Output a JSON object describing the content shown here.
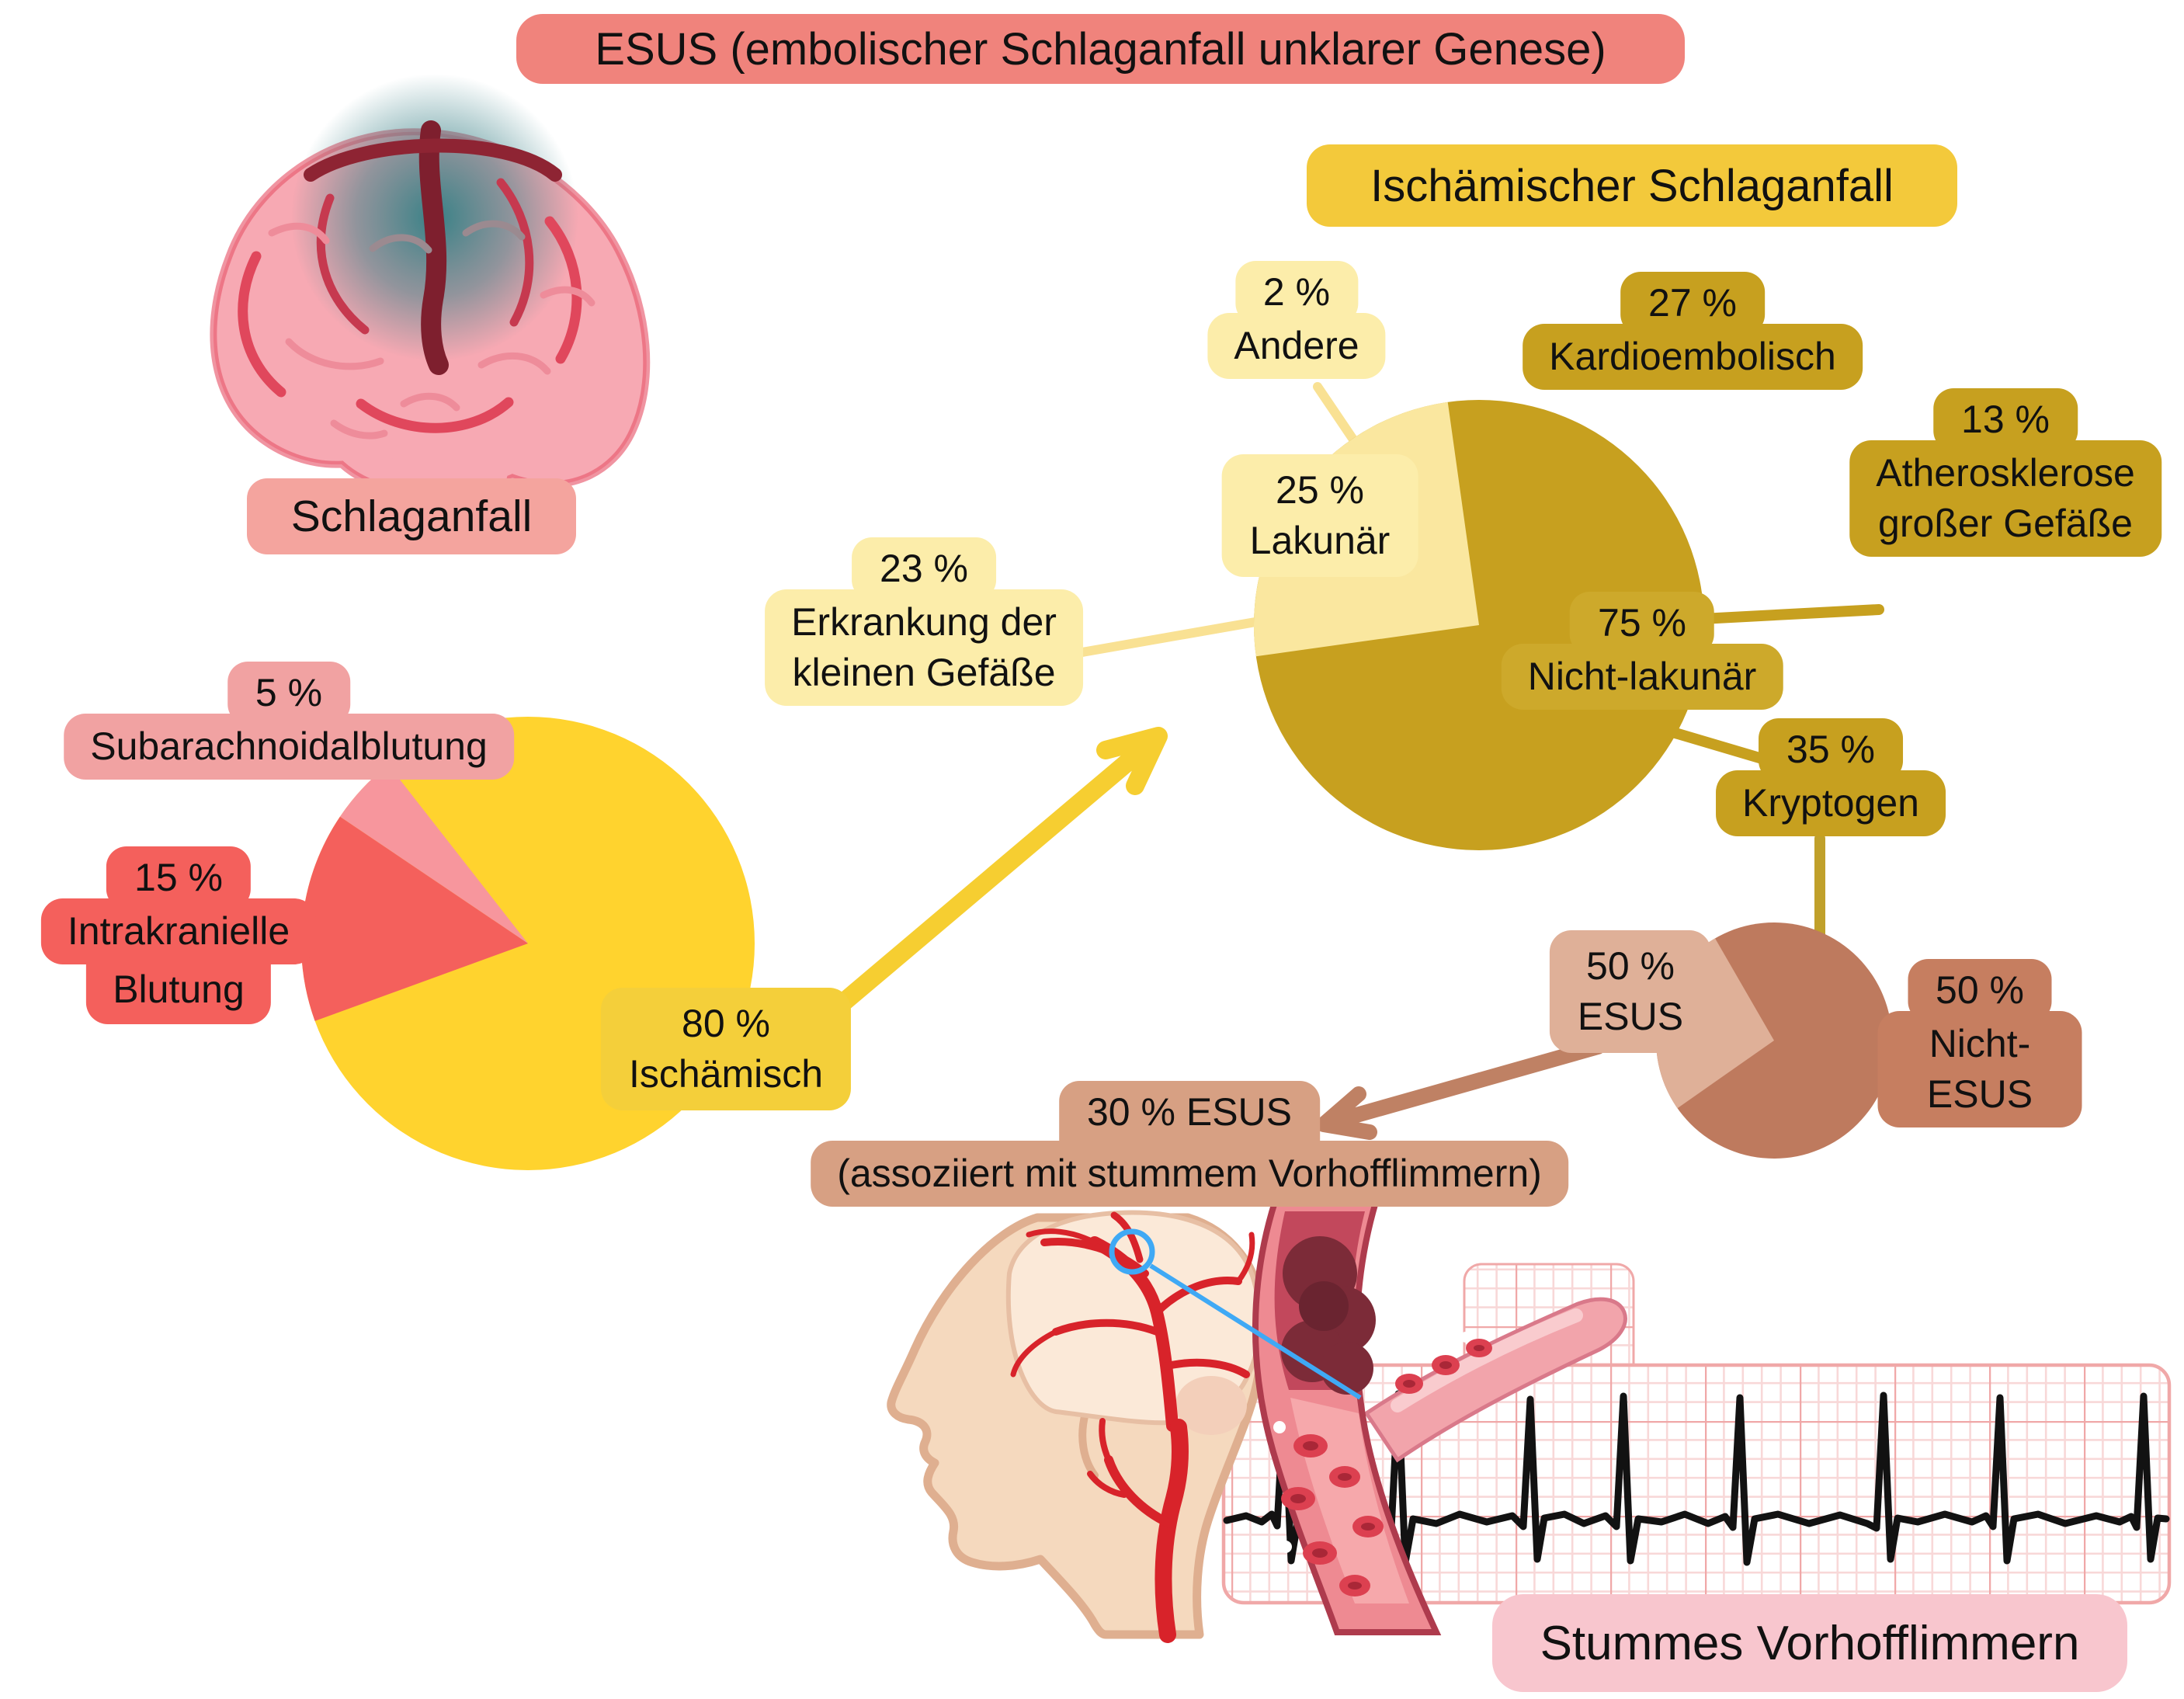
{
  "title": "ESUS (embolischer Schlaganfall unklarer Genese)",
  "brain": {
    "label": "Schlaganfall"
  },
  "ischemic_banner": "Ischämischer Schlaganfall",
  "afib_banner": "Stummes Vorhofflimmern",
  "esus_note": {
    "headline": "30 % ESUS",
    "subline": "(assoziiert mit stummem Vorhofflimmern)"
  },
  "stroke_pie": {
    "subarachnoid": {
      "pct": "5 %",
      "label": "Subarachnoidalblutung"
    },
    "intracranial": {
      "pct": "15 %",
      "line1": "Intrakranielle",
      "line2": "Blutung"
    },
    "ischemic": {
      "pct": "80 %",
      "label": "Ischämisch"
    }
  },
  "ischemic_pie": {
    "andere": {
      "pct": "2 %",
      "label": "Andere"
    },
    "kardioembolisch": {
      "pct": "27 %",
      "label": "Kardioembolisch"
    },
    "atherosklerose": {
      "pct": "13 %",
      "line1": "Atherosklerose",
      "line2": "großer Gefäße"
    },
    "lakunar": {
      "pct": "25 %",
      "label": "Lakunär"
    },
    "nicht_lakunar": {
      "pct": "75 %",
      "label": "Nicht-lakunär"
    },
    "kleine_gefaesse": {
      "pct": "23 %",
      "line1": "Erkrankung der",
      "line2": "kleinen Gefäße"
    },
    "kryptogen": {
      "pct": "35 %",
      "label": "Kryptogen"
    }
  },
  "esus_pie": {
    "esus": {
      "pct": "50 %",
      "label": "ESUS"
    },
    "nicht_esus": {
      "pct": "50 %",
      "label": "Nicht-ESUS"
    }
  },
  "colors": {
    "title_banner": "#F0837C",
    "schlaganfall_label": "#F4A49E",
    "ischemic_banner": "#F3C93B",
    "afib_banner": "#F8C6CE",
    "pie_yellow": "#FFD32E",
    "slice_red": "#F4605C",
    "slice_pink": "#F7969D",
    "label_yellow": "#F4CF3A",
    "pie_gold": "#C7A01F",
    "pie_pale": "#FAE79F",
    "label_pale": "#FCEDAA",
    "label_gold_light": "#CDA92B",
    "pie_terracotta": "#BE7A5E",
    "pie_tan": "#DFB098",
    "note_brown": "#D7A083",
    "arrow_yellow": "#F6CE31",
    "arrow_brown": "#BF8164",
    "ecg_grid": "#F0A8A8",
    "annotation_blue": "#3FA9F5"
  },
  "chart_data": [
    {
      "type": "pie",
      "title": "Schlaganfall",
      "categories": [
        "Ischämisch",
        "Intrakranielle Blutung",
        "Subarachnoidalblutung"
      ],
      "values": [
        80,
        15,
        5
      ],
      "colors": [
        "#FFD32E",
        "#F4605C",
        "#F7969D"
      ],
      "legend_position": "callout-labels"
    },
    {
      "type": "pie",
      "title": "Ischämischer Schlaganfall",
      "categories": [
        "Nicht-lakunär",
        "Lakunär"
      ],
      "values": [
        75,
        25
      ],
      "colors": [
        "#C7A01F",
        "#FAE79F"
      ],
      "subtypes_categories": [
        "Kardioembolisch",
        "Atherosklerose großer Gefäße",
        "Erkrankung der kleinen Gefäße",
        "Kryptogen",
        "Andere"
      ],
      "subtypes_values": [
        27,
        13,
        23,
        35,
        2
      ],
      "legend_position": "callout-labels"
    },
    {
      "type": "pie",
      "title": "Kryptogen",
      "categories": [
        "Nicht-ESUS",
        "ESUS"
      ],
      "values": [
        50,
        50
      ],
      "colors": [
        "#BE7A5E",
        "#DFB098"
      ],
      "annotation": "30 % ESUS (assoziiert mit stummem Vorhofflimmern)",
      "legend_position": "callout-labels"
    }
  ]
}
